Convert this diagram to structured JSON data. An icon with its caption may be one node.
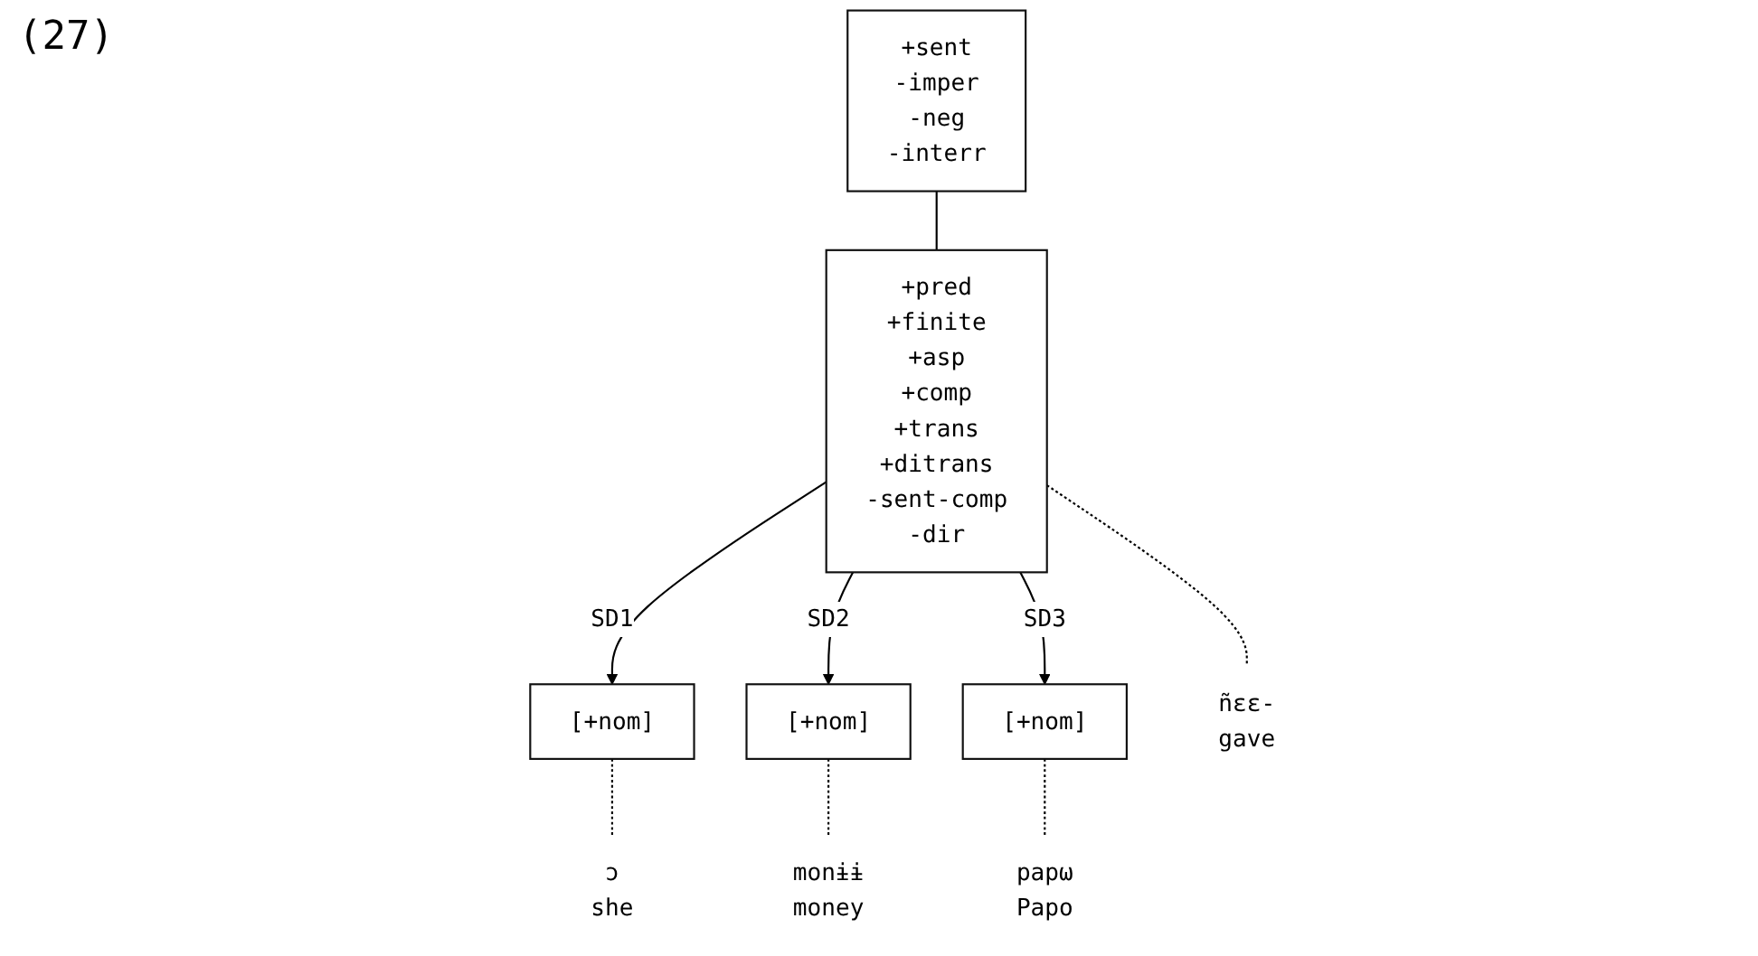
{
  "diagram": {
    "nodes": [
      {
        "text": [
          "+sent",
          "-imper",
          "-neg",
          "-interr"
        ]
      },
      {
        "text": [
          "[+nom]"
        ]
      },
      {
        "text": [
          "+pred",
          "+finite",
          "+asp",
          "+comp",
          "+trans",
          "+ditrans",
          "-sent-comp",
          "-dir"
        ]
      },
      {
        "text": [
          "[+nom]"
        ]
      },
      {
        "text": [
          "[+nom]"
        ]
      },
      {
        "text": [
          "ɔ",
          "she"
        ]
      },
      {
        "text": [
          "ñɛɛ-",
          "gave"
        ]
      },
      {
        "text": [
          "monɨɨ",
          "money"
        ]
      },
      {
        "text": [
          "papω",
          "Papo"
        ]
      }
    ],
    "edges": [
      {
        "from": 0,
        "to": 2,
        "arrow": "none"
      },
      {
        "from": 2,
        "to": 1,
        "arrow": "to",
        "label": "SD1"
      },
      {
        "from": 2,
        "to": 3,
        "arrow": "to",
        "label": "SD2"
      },
      {
        "from": 2,
        "to": 4,
        "arrow": "to",
        "label": "SD3"
      },
      {
        "from": 1,
        "to": 5,
        "arrow": "none",
        "style": "dashed"
      },
      {
        "from": 2,
        "to": 6,
        "arrow": "none",
        "style": "dashed"
      },
      {
        "from": 3,
        "to": 7,
        "arrow": "none",
        "style": "dashed"
      },
      {
        "from": 4,
        "to": 8,
        "arrow": "none",
        "style": "dashed"
      }
    ],
    "labels": [
      "(27)"
    ]
  }
}
